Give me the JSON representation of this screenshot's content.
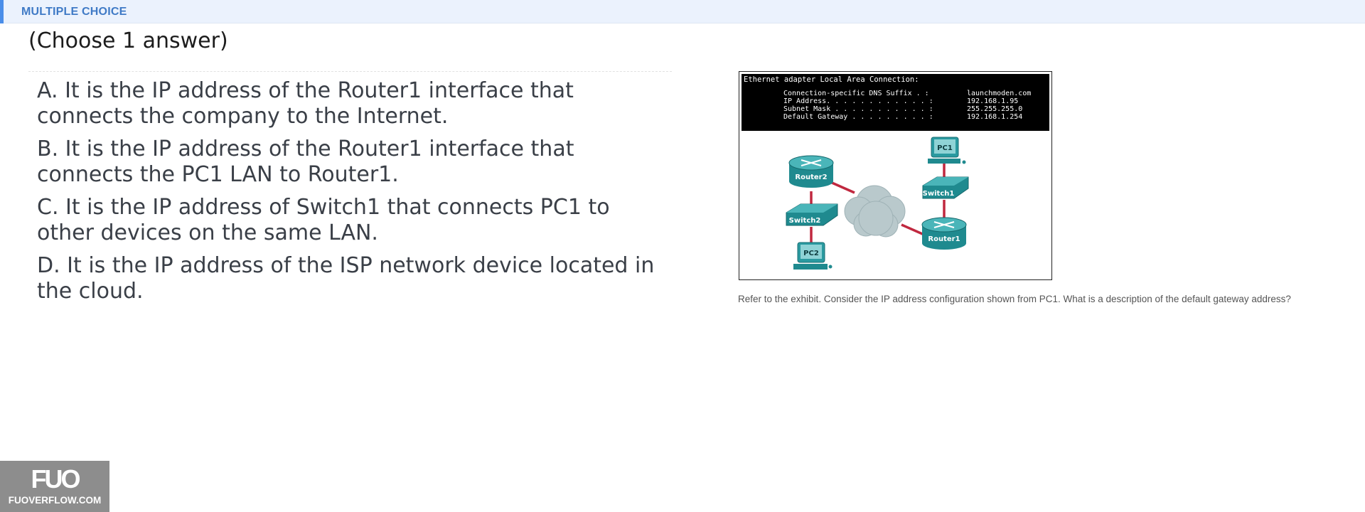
{
  "header": {
    "label": "MULTIPLE CHOICE"
  },
  "question": {
    "instruction": "(Choose 1 answer)",
    "prompt": "Refer to the exhibit. Consider the IP address configuration shown from PC1. What is a description of the default gateway address?",
    "options": [
      {
        "letter": "A",
        "text": "A. It is the IP address of the Router1 interface that connects the company to the Internet."
      },
      {
        "letter": "B",
        "text": "B. It is the IP address of the Router1 interface that connects the PC1 LAN to Router1."
      },
      {
        "letter": "C",
        "text": "C. It is the IP address of Switch1 that connects PC1 to other devices on the same LAN."
      },
      {
        "letter": "D",
        "text": "D. It is the IP address of the ISP network device located in the cloud."
      }
    ]
  },
  "exhibit": {
    "terminal": {
      "title": "Ethernet adapter Local Area Connection:",
      "lines": [
        {
          "label": "Connection-specific DNS Suffix  . :",
          "value": "launchmoden.com"
        },
        {
          "label": "IP Address. . . . . . . . . . . . :",
          "value": "192.168.1.95"
        },
        {
          "label": "Subnet Mask . . . . . . . . . . . :",
          "value": "255.255.255.0"
        },
        {
          "label": "Default Gateway . . . . . . . . . :",
          "value": "192.168.1.254"
        }
      ]
    },
    "devices": {
      "pc1": "PC1",
      "pc2": "PC2",
      "switch1": "Switch1",
      "switch2": "Switch2",
      "router1": "Router1",
      "router2": "Router2"
    }
  },
  "watermark": {
    "mark": "FUO",
    "site": "FUOVERFLOW.COM"
  },
  "colors": {
    "accent": "#4a8ee9",
    "header_bg": "#ebf2fd",
    "device_teal": "#1f8a8f",
    "link_red": "#c0283f",
    "cloud": "#b9c9cc"
  }
}
